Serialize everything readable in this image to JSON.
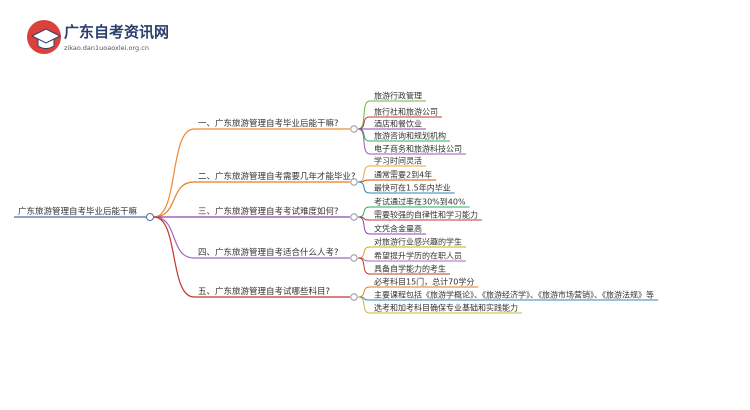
{
  "header": {
    "site_name": "广东自考资讯网",
    "site_domain": "zikao.dan1uoaoxlei.org.cn"
  },
  "mindmap": {
    "root": "广东旅游管理自考毕业后能干嘛",
    "branches": [
      {
        "label": "一、广东旅游管理自考毕业后能干嘛?",
        "color": "#f08a33",
        "leaves": [
          {
            "text": "旅游行政管理",
            "color": "#6cb33f"
          },
          {
            "text": "旅行社和旅游公司",
            "color": "#c0392b"
          },
          {
            "text": "酒店和餐饮业",
            "color": "#8e44ad"
          },
          {
            "text": "旅游咨询和规划机构",
            "color": "#27ae60"
          },
          {
            "text": "电子商务和旅游科技公司",
            "color": "#9b59b6"
          }
        ]
      },
      {
        "label": "二、广东旅游管理自考需要几年才能毕业?",
        "color": "#e67e22",
        "leaves": [
          {
            "text": "学习时间灵活",
            "color": "#e8a73a"
          },
          {
            "text": "通常需要2到4年",
            "color": "#d35400"
          },
          {
            "text": "最快可在1.5年内毕业",
            "color": "#2e86c1"
          }
        ]
      },
      {
        "label": "三、广东旅游管理自考考试难度如何?",
        "color": "#8e44ad",
        "leaves": [
          {
            "text": "考试通过率在30%到40%",
            "color": "#27ae60"
          },
          {
            "text": "需要较强的自律性和学习能力",
            "color": "#c0392b"
          },
          {
            "text": "文凭含金量高",
            "color": "#8e44ad"
          }
        ]
      },
      {
        "label": "四、广东旅游管理自考适合什么人考?",
        "color": "#a569bd",
        "leaves": [
          {
            "text": "对旅游行业感兴趣的学生",
            "color": "#d4ac0d"
          },
          {
            "text": "希望提升学历的在职人员",
            "color": "#a569bd"
          },
          {
            "text": "具备自学能力的考生",
            "color": "#c0392b"
          }
        ]
      },
      {
        "label": "五、广东旅游管理自考试哪些科目?",
        "color": "#c0392b",
        "leaves": [
          {
            "text": "必考科目15门，总计70学分",
            "color": "#e67e22"
          },
          {
            "text": "主要课程包括《旅游学概论》、《旅游经济学》、《旅游市场营销》、《旅游法规》等",
            "color": "#2e86c1"
          },
          {
            "text": "选考和加考科目确保专业基础和实践能力",
            "color": "#c9b83a"
          }
        ]
      }
    ]
  },
  "colors": {
    "root_line": "#4a6fa5",
    "logo_red": "#d9413a",
    "logo_blue": "#2b3f6b",
    "text": "#333333"
  }
}
